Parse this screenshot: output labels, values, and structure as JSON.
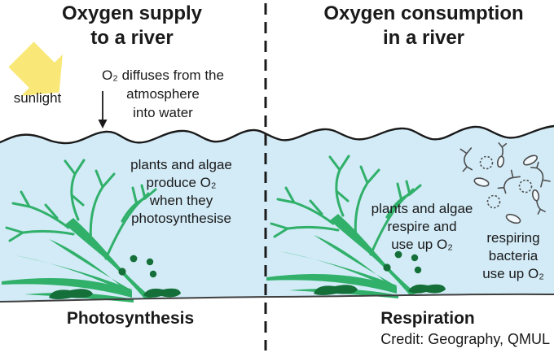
{
  "diagram": {
    "title_left": "Oxygen supply\nto a river",
    "title_right": "Oxygen consumption\nin a river",
    "sunlight_label": "sunlight",
    "diffusion_label": "O₂ diffuses from the\natmosphere\ninto water",
    "supply_label": "plants and algae\nproduce O₂\nwhen they\nphotosynthesise",
    "plants_respire_label": "plants and algae\nrespire and\nuse up O₂",
    "bacteria_label": "respiring\nbacteria\nuse up O₂",
    "process_left": "Photosynthesis",
    "process_right": "Respiration",
    "credit": "Credit: Geography, QMUL"
  },
  "icons": {
    "sunlight_arrow": "block-arrow-down-left",
    "diffusion_arrow": "thin-arrow-down",
    "plant": "branching-green-water-plant",
    "bacteria_types": [
      "bean-bacterium",
      "dotted-coccus",
      "forked-microbe",
      "flagellate"
    ]
  },
  "colors": {
    "water": "#d2ebf7",
    "outline": "#1a1a1a",
    "bed": "#3f3f3f",
    "plant": "#31b06a",
    "plantdark": "#156f38",
    "sun": "#f9e878",
    "bact": "#4d4d4d",
    "bactfill": "#f2f9fd",
    "text": "#1a1a1a"
  }
}
